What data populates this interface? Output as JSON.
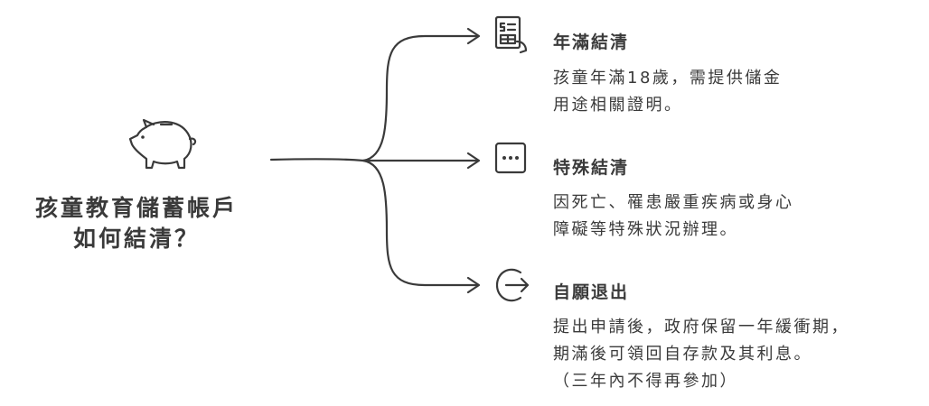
{
  "root": {
    "icon": "piggy-bank-icon",
    "title_lines": [
      "孩童教育儲蓄帳戶",
      "如何結清？"
    ]
  },
  "branches": [
    {
      "icon": "form-document-icon",
      "title": "年滿結清",
      "desc_lines": [
        "孩童年滿18歲，需提供儲金",
        "用途相關證明。"
      ]
    },
    {
      "icon": "more-options-icon",
      "title": "特殊結清",
      "desc_lines": [
        "因死亡、罹患嚴重疾病或身心",
        "障礙等特殊狀況辦理。"
      ]
    },
    {
      "icon": "exit-arrow-icon",
      "title": "自願退出",
      "desc_lines": [
        "提出申請後，政府保留一年緩衝期，",
        "期滿後可領回自存款及其利息。",
        "（三年內不得再參加）"
      ]
    }
  ],
  "colors": {
    "ink": "#3a3a3a",
    "background": "#ffffff"
  }
}
